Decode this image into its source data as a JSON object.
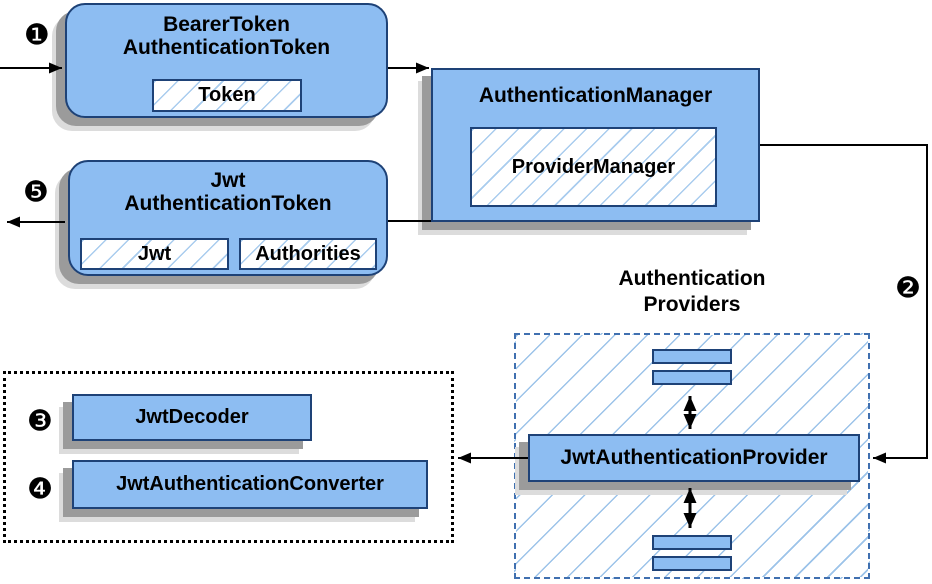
{
  "diagram": {
    "type": "flow-diagram",
    "badges": {
      "step1": "❶",
      "step2": "❷",
      "step3": "❸",
      "step4": "❹",
      "step5": "❺"
    },
    "bearer_token_node": {
      "title_line1": "BearerToken",
      "title_line2": "AuthenticationToken",
      "chip_token": "Token"
    },
    "authentication_manager_node": {
      "title": "AuthenticationManager",
      "chip_provider_manager": "ProviderManager"
    },
    "jwt_authentication_token_node": {
      "title_line1": "Jwt",
      "title_line2": "AuthenticationToken",
      "chip_jwt": "Jwt",
      "chip_authorities": "Authorities"
    },
    "authentication_providers_group": {
      "label_line1": "Authentication",
      "label_line2": "Providers",
      "provider_box_label": "JwtAuthenticationProvider"
    },
    "decoder_group": {
      "jwt_decoder_label": "JwtDecoder",
      "jwt_authentication_converter_label": "JwtAuthenticationConverter"
    },
    "colors": {
      "node_fill": "#8DBDF2",
      "node_border": "#1E4277",
      "chip_hatch_line": "#A9CCEE",
      "group_hatch_line": "#9CC3E9",
      "group_dashed_border": "#4070B0",
      "shadow_dark": "#9B9B9B",
      "shadow_light": "#DCDCDC",
      "arrow": "#000000"
    }
  }
}
